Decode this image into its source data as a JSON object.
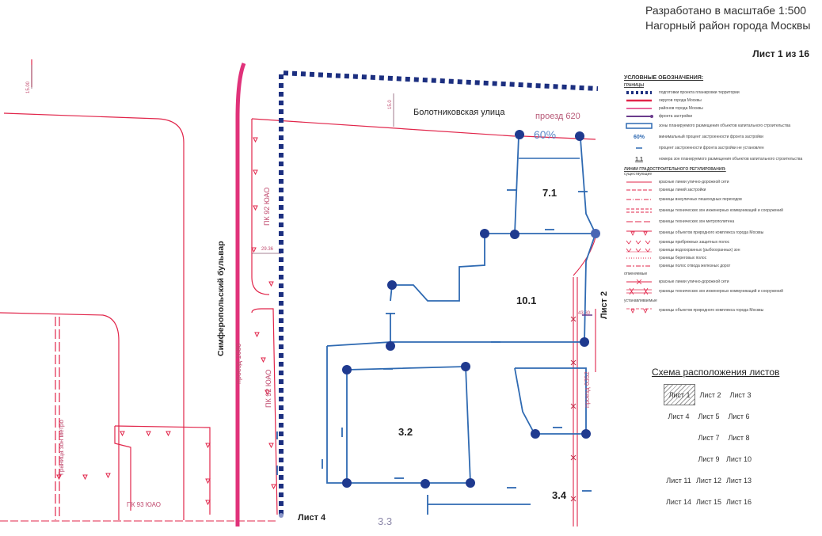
{
  "header": {
    "scale": "Разработано в масштабе 1:500",
    "district": "Нагорный район города Москвы",
    "sheet_number": "Лист 1 из 16"
  },
  "map_labels": {
    "street_bolotnikovskaya": "Болотниковская улица",
    "proezd_620": "проезд 620",
    "boulevard": "Симферопольский бульвар",
    "pk_top": "ПК 92 ЮАО",
    "pk_bottom": "ПК 92 ЮАО",
    "pk_low": "ПК 93 ЮАО",
    "proezd_1680": "проезд 1680",
    "metro": "Граница зон метро",
    "proezd_6352": "проезд 6352",
    "pct_60": "60%",
    "zone_7_1": "7.1",
    "zone_10_1": "10.1",
    "zone_3_2": "3.2",
    "zone_3_4": "3.4",
    "zone_3_3": "3.3",
    "list_2": "Лист 2",
    "list_4": "Лист 4",
    "dim_150": "15.0",
    "dim_2936": "29.36",
    "dim_1500": "15.00",
    "dim_4380": "43.80"
  },
  "legend": {
    "title": "УСЛОВНЫЕ ОБОЗНАЧЕНИЯ:",
    "section_1": "ГРАНИЦЫ",
    "items": [
      {
        "symbol": "dotted-boundary",
        "text": "подготовки проекта планировки территории"
      },
      {
        "symbol": "red-line",
        "text": "округов города Москвы"
      },
      {
        "symbol": "pink-line",
        "text": "районов города Москвы"
      },
      {
        "symbol": "purple-arrow",
        "text": "фронта застройки"
      },
      {
        "symbol": "blue-rect",
        "text": "зоны планируемого размещения объектов капитального строительства"
      },
      {
        "symbol": "pct-60",
        "label": "60%",
        "text": "минимальный процент застроенности фронта застройки"
      },
      {
        "symbol": "dash",
        "text": "процент застроенности фронта застройки не установлен"
      },
      {
        "symbol": "zone-number",
        "label": "1.1",
        "text": "номера зон планируемого размещения объектов капитального строительства"
      }
    ],
    "section_2": "ЛИНИИ ГРАДОСТРОИТЕЛЬНОГО РЕГУЛИРОВАНИЯ:",
    "section_2_sub": "существующие",
    "items_existing": [
      {
        "symbol": "red-line-thin",
        "text": "красные линии улично-дорожной сети"
      },
      {
        "symbol": "red-dash",
        "text": "границы линий застройки"
      },
      {
        "symbol": "red-dashdot",
        "text": "границы внеуличных пешеходных переходов"
      },
      {
        "symbol": "red-double-dash",
        "text": "границы технических зон инженерных коммуникаций и сооружений"
      },
      {
        "symbol": "red-dash-2",
        "text": "границы технических зон метрополитена"
      },
      {
        "symbol": "red-triangles",
        "text": "границы объектов природного комплекса города Москвы"
      },
      {
        "symbol": "red-v",
        "text": "границы прибрежных защитных полос"
      },
      {
        "symbol": "red-v-2",
        "text": "границы водоохранных (рыбоохранных) зон"
      },
      {
        "symbol": "red-dot-line",
        "text": "границы береговых полос"
      },
      {
        "symbol": "red-dashdot-2",
        "text": "границы полос отвода железных дорог"
      }
    ],
    "section_3_sub": "отменяемые",
    "items_cancel": [
      {
        "symbol": "red-x",
        "text": "красные линии улично-дорожной сети"
      },
      {
        "symbol": "red-xx",
        "text": "границы технических зон инженерных коммуникаций и сооружений"
      }
    ],
    "section_4_sub": "устанавливаемые",
    "items_new": [
      {
        "symbol": "red-triangles-2",
        "text": "границы объектов природного комплекса города Москвы"
      }
    ]
  },
  "scheme": {
    "title": "Схема расположения листов",
    "rows": [
      [
        "Лист 1",
        "Лист 2",
        "Лист 3"
      ],
      [
        "Лист 4",
        "Лист 5",
        "Лист 6"
      ],
      [
        "",
        "Лист 7",
        "Лист 8"
      ],
      [
        "",
        "Лист 9",
        "Лист 10"
      ],
      [
        "Лист 11",
        "Лист 12",
        "Лист 13"
      ],
      [
        "Лист 14",
        "Лист 15",
        "Лист 16"
      ]
    ],
    "active": "Лист 1"
  },
  "colors": {
    "red_line": "#e1254a",
    "district_line": "#e0327a",
    "zone_blue": "#2f6ab2",
    "dot_blue": "#1f3a8f",
    "boundary_dots": "#1c2f80",
    "purple": "#6a3b8c",
    "green_text": "#2c7d48",
    "gray_text": "#8a86a8"
  }
}
